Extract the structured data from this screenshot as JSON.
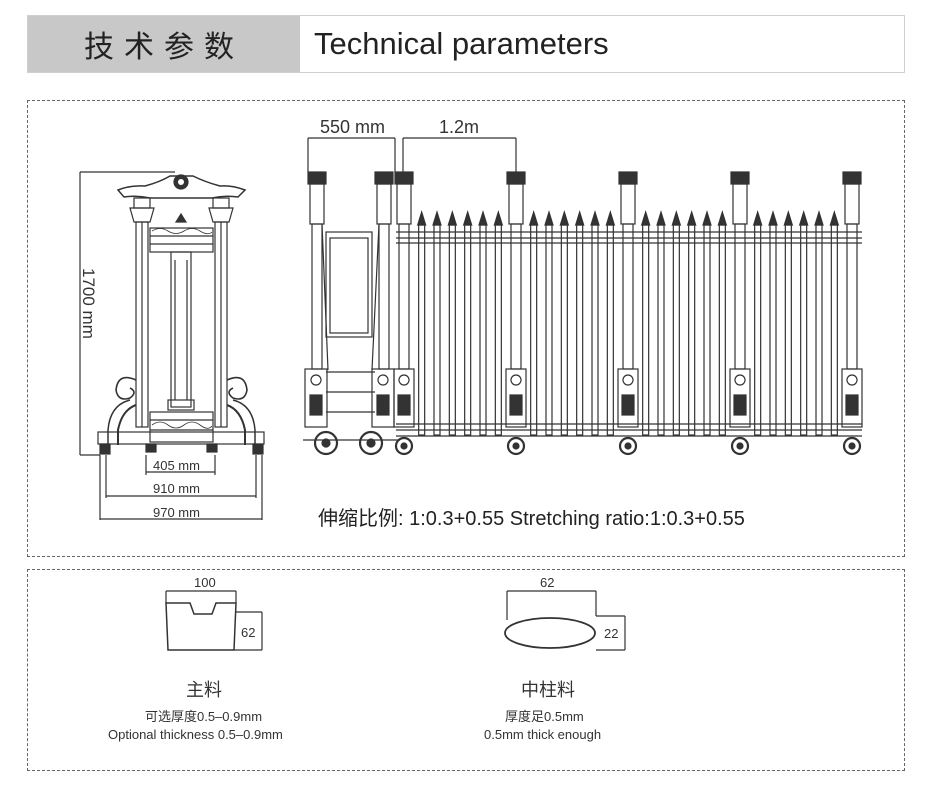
{
  "header": {
    "title_cn": "技术参数",
    "title_en": "Technical parameters"
  },
  "front_view": {
    "height_label": "1700 mm",
    "width_labels": [
      "405 mm",
      "910 mm",
      "970 mm"
    ]
  },
  "side_view": {
    "dim_left": "550 mm",
    "dim_right": "1.2m",
    "ratio_text": "伸缩比例: 1:0.3+0.55  Stretching ratio:1:0.3+0.55"
  },
  "profiles": [
    {
      "name": "主料",
      "width": "100",
      "height": "62",
      "desc_cn": "可选厚度0.5–0.9mm",
      "desc_en": "Optional thickness 0.5–0.9mm"
    },
    {
      "name": "中柱料",
      "width": "62",
      "height": "22",
      "desc_cn": "厚度足0.5mm",
      "desc_en": "0.5mm thick enough"
    }
  ],
  "colors": {
    "line": "#333333",
    "header_bg": "#c8c8c8",
    "dashed": "#666666"
  }
}
